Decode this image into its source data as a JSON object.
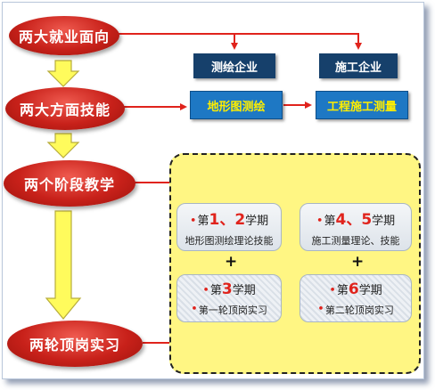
{
  "stages": [
    {
      "label": "两大就业面向"
    },
    {
      "label": "两大方面技能"
    },
    {
      "label": "两个阶段教学"
    },
    {
      "label": "两轮顶岗实习"
    }
  ],
  "employment": [
    {
      "label": "测绘企业"
    },
    {
      "label": "施工企业"
    }
  ],
  "skills": [
    {
      "label": "地形图测绘"
    },
    {
      "label": "工程施工测量"
    }
  ],
  "teaching": [
    {
      "prefix": "第",
      "nums": "1、2",
      "suffix": "学期",
      "desc": "地形图测绘理论技能"
    },
    {
      "prefix": "第",
      "nums": "4、5",
      "suffix": "学期",
      "desc": "施工测量理论、技能"
    }
  ],
  "internship": [
    {
      "prefix": "第",
      "nums": "3",
      "suffix": "学期",
      "desc": "第一轮顶岗实习"
    },
    {
      "prefix": "第",
      "nums": "6",
      "suffix": "学期",
      "desc": "第二轮顶岗实习"
    }
  ],
  "plus_sign": "+",
  "bullet": "•",
  "colors": {
    "arrow": "#e0231c",
    "down_arrow_fill": "#fffb5c",
    "down_arrow_stroke": "#b8ad3c",
    "stage_red": "#c8211a",
    "dark_box": "#16406b",
    "light_box": "#1e78c4",
    "light_box_text": "#ffee00",
    "panel_yellow": "#fff683"
  }
}
